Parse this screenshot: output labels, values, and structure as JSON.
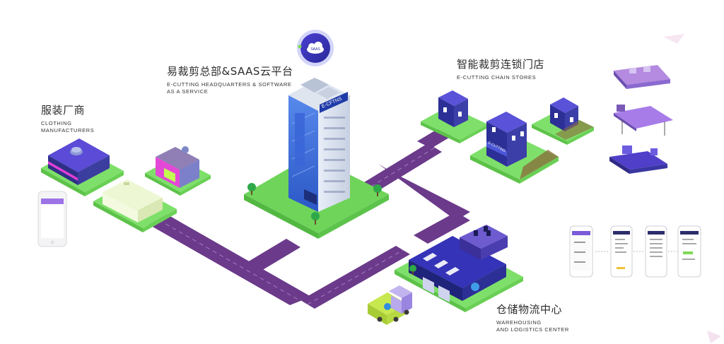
{
  "nodes": {
    "hq": {
      "title_cn": "易裁剪总部&SAAS云平台",
      "title_en_line1": "E-CUTTING HEADQUARTERS & SOFTWARE",
      "title_en_line2": "AS A SERVICE",
      "cloud_label": "SAAS",
      "tower_sign": "E-CFTNS"
    },
    "clothing": {
      "title_cn": "服装厂商",
      "title_en_line1": "CLOTHING",
      "title_en_line2": "MANUFACTURERS"
    },
    "stores": {
      "title_cn": "智能裁剪连锁门店",
      "title_en_line1": "E-CUTTING CHAIN STORES",
      "store_sign": "E-CUTTING"
    },
    "warehouse": {
      "title_cn": "仓储物流中心",
      "title_en_line1": "WAREHOUSING",
      "title_en_line2": "AND LOGISTICS CENTER"
    }
  },
  "colors": {
    "road": "#6b3a8a",
    "grass": "#8fe87a",
    "building_blue": "#2b2f9e",
    "tower_blue": "#3d6fd9",
    "accent_purple": "#9b5de5",
    "accent_green": "#7ed957"
  },
  "icons": [
    "cloud-icon",
    "phone-icon",
    "truck-icon",
    "tree-icon",
    "machine-icon"
  ]
}
